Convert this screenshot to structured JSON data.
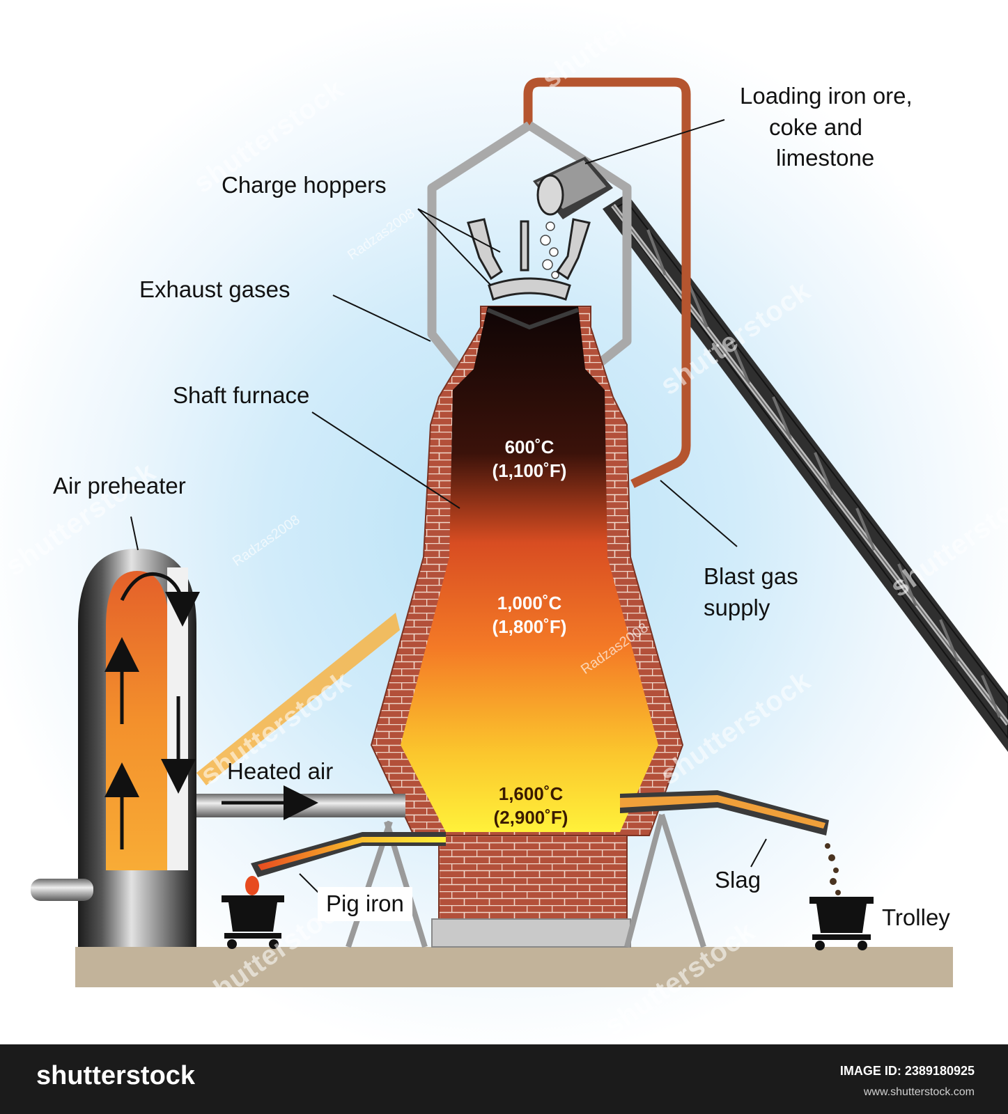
{
  "labels": {
    "loading": [
      "Loading iron ore,",
      "coke and",
      "limestone"
    ],
    "charge_hoppers": "Charge hoppers",
    "exhaust_gases": "Exhaust gases",
    "shaft_furnace": "Shaft furnace",
    "air_preheater": "Air preheater",
    "blast_gas": [
      "Blast gas",
      "supply"
    ],
    "heated_air": "Heated air",
    "slag": "Slag",
    "pig_iron": "Pig iron",
    "trolley": "Trolley"
  },
  "temperatures": {
    "top": {
      "c": "600˚C",
      "f": "(1,100˚F)"
    },
    "middle": {
      "c": "1,000˚C",
      "f": "(1,800˚F)"
    },
    "bottom": {
      "c": "1,600˚C",
      "f": "(2,900˚F)"
    }
  },
  "watermarks": {
    "brand": "shutterstock",
    "author": "Radzas2008"
  },
  "footer": {
    "brand": "shutterstock",
    "image_id": "IMAGE ID: 2389180925",
    "url": "www.shutterstock.com"
  },
  "colors": {
    "brick": "#b3503a",
    "molten_hot": "#ffec3a",
    "furnace_top": "#120706",
    "blast_pipe": "#b5552f",
    "conveyor": "#2f2f2f"
  }
}
